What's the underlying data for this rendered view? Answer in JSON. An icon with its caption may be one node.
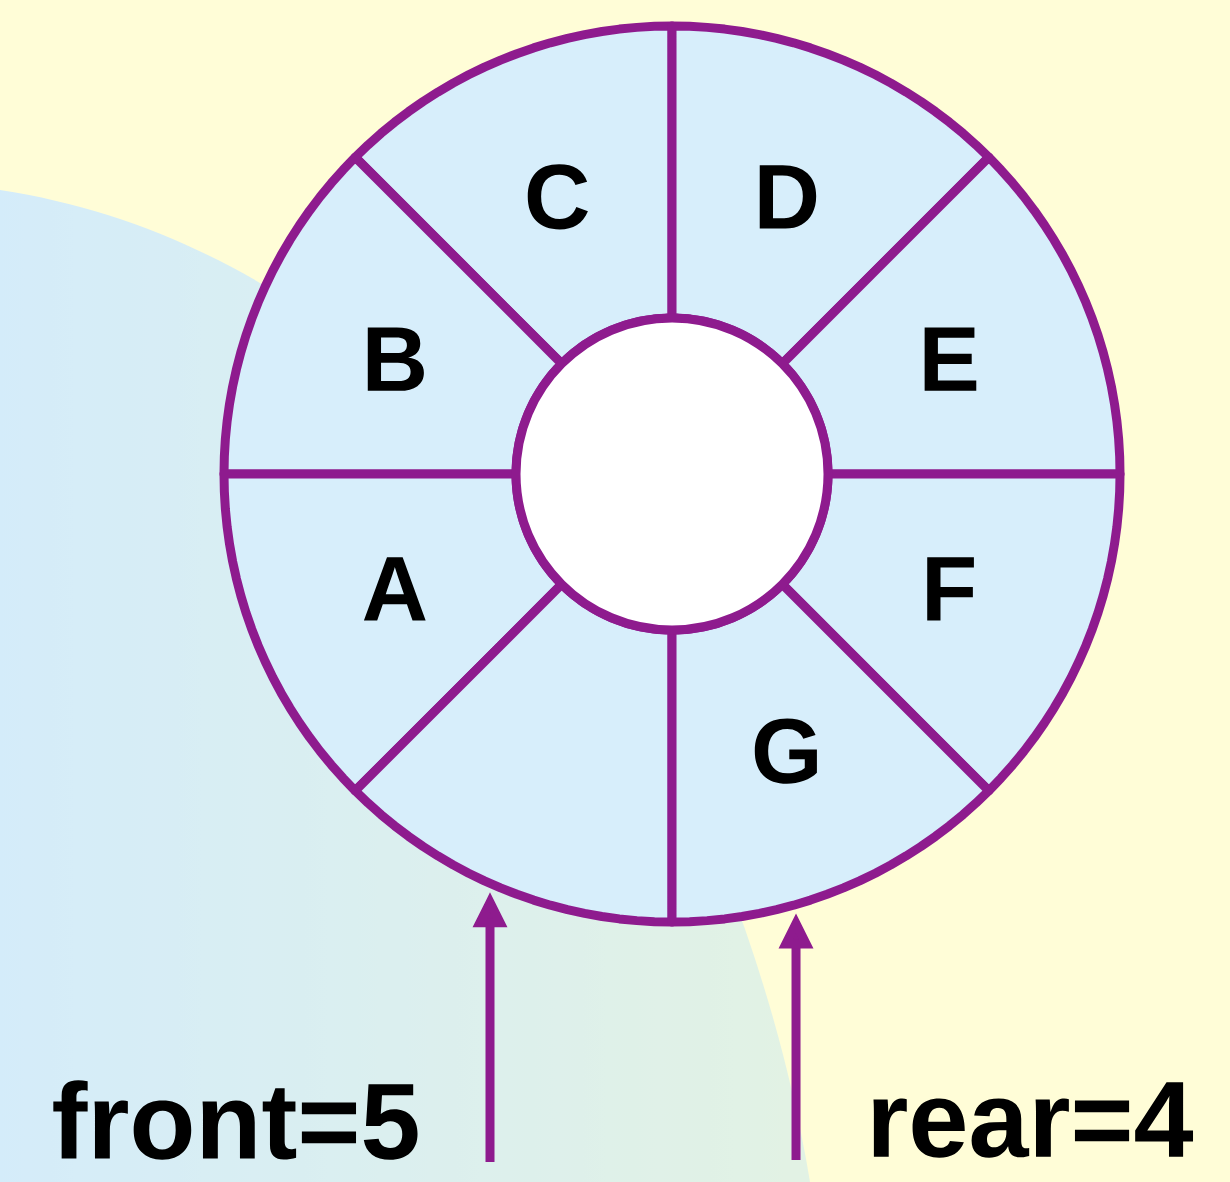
{
  "diagram": {
    "nodes": [
      {
        "text": [
          "C"
        ]
      },
      {
        "text": [
          "D"
        ]
      },
      {
        "text": [
          "B"
        ]
      },
      {
        "text": [
          "E"
        ]
      },
      {
        "text": [
          "A"
        ]
      },
      {
        "text": [
          "F"
        ]
      },
      {
        "text": [],
        "shape": "sector"
      },
      {
        "text": [
          "G"
        ]
      },
      {
        "text": [],
        "shape": "circle"
      },
      {
        "text": [
          "front=5"
        ]
      },
      {
        "text": [
          "rear=4"
        ]
      }
    ],
    "edges": [
      {
        "from": 9,
        "to": 6,
        "arrow": "to"
      },
      {
        "from": 10,
        "to": 7,
        "arrow": "to"
      }
    ]
  }
}
